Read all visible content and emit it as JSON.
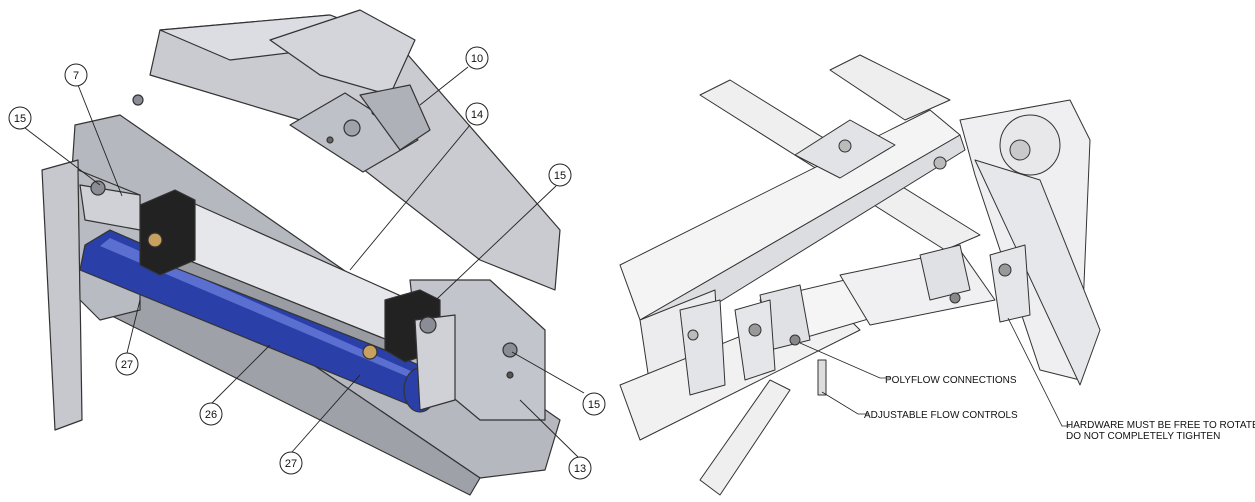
{
  "left_diagram": {
    "callouts": [
      {
        "label": "15"
      },
      {
        "label": "7"
      },
      {
        "label": "10"
      },
      {
        "label": "14"
      },
      {
        "label": "15"
      },
      {
        "label": "27"
      },
      {
        "label": "26"
      },
      {
        "label": "27"
      },
      {
        "label": "15"
      },
      {
        "label": "13"
      }
    ]
  },
  "right_diagram": {
    "notes": {
      "polyflow": "POLYFLOW CONNECTIONS",
      "flow_controls": "ADJUSTABLE FLOW CONTROLS",
      "hardware_line1": "HARDWARE MUST BE FREE TO ROTATE",
      "hardware_line2": "DO NOT COMPLETELY TIGHTEN"
    }
  },
  "colors": {
    "cylinder_blue": "#2a3fa8",
    "steel_gray": "#b9bcc4",
    "line": "#222222"
  }
}
